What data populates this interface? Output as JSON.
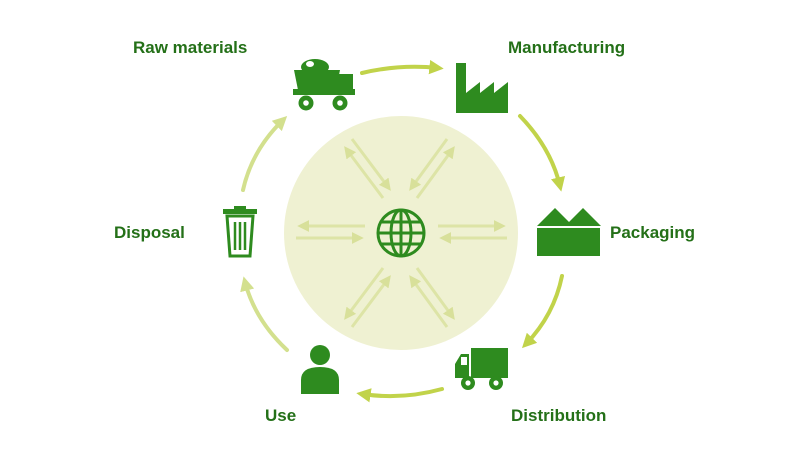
{
  "colors": {
    "dark_green": "#2e8b1f",
    "label_green": "#247018",
    "arrow_light": "#d3e08e",
    "arrow_mid": "#c1d34a",
    "center_fill": "#eff1d2",
    "inner_arrow": "#dde4a6"
  },
  "stages": [
    {
      "label": "Raw materials",
      "icon": "truck-loaded-icon"
    },
    {
      "label": "Manufacturing",
      "icon": "factory-icon"
    },
    {
      "label": "Packaging",
      "icon": "open-box-icon"
    },
    {
      "label": "Distribution",
      "icon": "delivery-truck-icon"
    },
    {
      "label": "Use",
      "icon": "person-icon"
    },
    {
      "label": "Disposal",
      "icon": "trash-bin-icon"
    }
  ],
  "center": {
    "icon": "globe-icon"
  }
}
